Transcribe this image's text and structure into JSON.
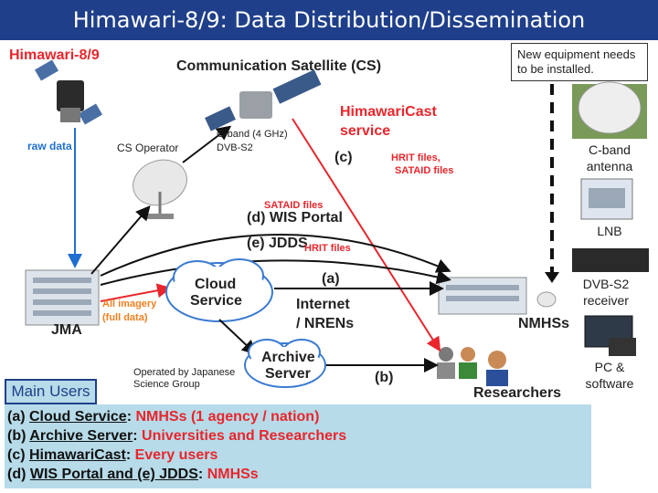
{
  "title": "Himawari-8/9: Data Distribution/Dissemination",
  "colors": {
    "title_bg": "#1f3f8a",
    "red": "#e8262c",
    "blue": "#1f6fd0",
    "users_bg": "#b7dbe9",
    "dashed": "#111111"
  },
  "diagram": {
    "himawari_label": "Himawari-8/9",
    "cs_label": "Communication Satellite (CS)",
    "raw_data": "raw data",
    "cs_operator": "CS Operator",
    "cband": "C-band (4 GHz)",
    "dvbs2": "DVB-S2",
    "himawaricast_1": "HimawariCast",
    "himawaricast_2": "service",
    "c_label": "(c)",
    "hrit_files_1": "HRIT files,",
    "hrit_files_2": "SATAID files",
    "sataid_files": "SATAID files",
    "wis_portal": "(d) WIS Portal",
    "jdds": "(e) JDDS",
    "jdds_hrit": "HRIT files",
    "a_label": "(a)",
    "cloud_1": "Cloud",
    "cloud_2": "Service",
    "internet_1": "Internet",
    "internet_2": "/ NRENs",
    "all_imagery_1": "All imagery",
    "all_imagery_2": "(full data)",
    "jma": "JMA",
    "nmhss": "NMHSs",
    "archive_1": "Archive",
    "archive_2": "Server",
    "operated_1": "Operated by Japanese",
    "operated_2": "Science Group",
    "b_label": "(b)",
    "researchers": "Researchers"
  },
  "equipment": {
    "note": "New equipment needs to be installed.",
    "items": [
      {
        "name": "cband-antenna",
        "label": "C-band antenna"
      },
      {
        "name": "lnb",
        "label": "LNB"
      },
      {
        "name": "receiver",
        "label": "DVB-S2 receiver"
      },
      {
        "name": "pc",
        "label": "PC & software"
      }
    ]
  },
  "users": {
    "title": "Main Users",
    "rows": [
      {
        "key": "(a) ",
        "name": "Cloud Service",
        "sep": ":  ",
        "value": "NMHSs (1 agency / nation)"
      },
      {
        "key": "(b) ",
        "name": "Archive Server",
        "sep": ": ",
        "value": "Universities and Researchers"
      },
      {
        "key": "(c) ",
        "name": "HimawariCast",
        "sep": ":  ",
        "value": "Every users"
      },
      {
        "key": "(d) ",
        "name": "WIS Portal and (e) JDDS",
        "sep": ": ",
        "value": "NMHSs"
      }
    ]
  }
}
